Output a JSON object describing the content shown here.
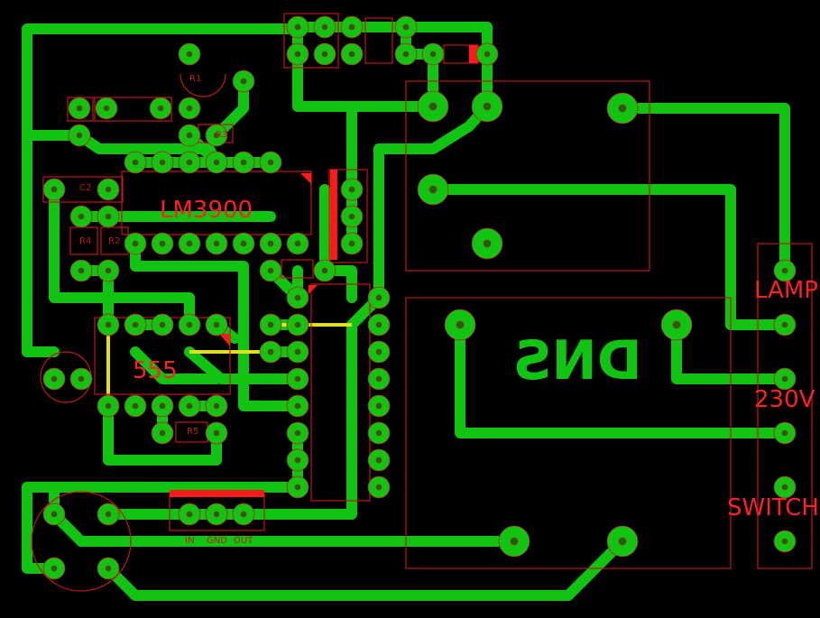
{
  "colors": {
    "background": "#000000",
    "copper": "#12c412",
    "outline": "#c01818",
    "label": "#ff2020",
    "jumper": "#e0e020",
    "silk_bold": "#ff1a1a"
  },
  "labels": {
    "lm3900": "LM3900",
    "ic555": "555",
    "lamp": "LAMP",
    "v230": "230V",
    "switch": "SWITCH",
    "dns": "DNS",
    "r1": "R1",
    "r2": "R2",
    "r3": "R3",
    "r4": "R4",
    "r5": "R5",
    "c2": "C2",
    "reg_in": "IN",
    "reg_gnd": "GND",
    "reg_out": "OUT"
  }
}
